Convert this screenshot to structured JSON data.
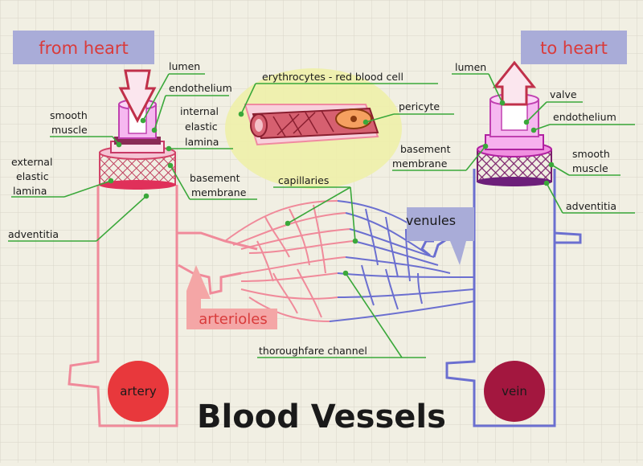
{
  "badges": {
    "from_heart": "from heart",
    "to_heart": "to heart",
    "arterioles": "arterioles",
    "venules": "venules"
  },
  "circles": {
    "artery": "artery",
    "vein": "vein"
  },
  "title": "Blood Vessels",
  "labels": {
    "lumen_left": "lumen",
    "endothelium_left": "endothelium",
    "internal_elastic_lamina_1": "internal",
    "internal_elastic_lamina_2": "elastic",
    "internal_elastic_lamina_3": "lamina",
    "smooth_muscle_left_1": "smooth",
    "smooth_muscle_left_2": "muscle",
    "external_elastic_lamina_1": "external",
    "external_elastic_lamina_2": "elastic",
    "external_elastic_lamina_3": "lamina",
    "adventitia_left": "adventitia",
    "basement_membrane_left_1": "basement",
    "basement_membrane_left_2": "membrane",
    "erythrocytes": "erythrocytes - red blood cell",
    "pericyte": "pericyte",
    "capillaries": "capillaries",
    "thoroughfare_channel": "thoroughfare channel",
    "lumen_right": "lumen",
    "valve": "valve",
    "endothelium_right": "endothelium",
    "basement_membrane_right_1": "basement",
    "basement_membrane_right_2": "membrane",
    "smooth_muscle_right_1": "smooth",
    "smooth_muscle_right_2": "muscle",
    "adventitia_right": "adventitia"
  },
  "colors": {
    "background": "#f1efe3",
    "grid": "#d9d6c8",
    "artery": "#f08a9a",
    "vein": "#6b6fd0",
    "pointer": "#3aa83a",
    "badge_blue": "#a9acd8",
    "badge_pink": "#f4a6a6",
    "badge_text": "#d93b3b",
    "artery_circle": "#e8383c",
    "vein_circle": "#a3173f",
    "highlight": "#eef0a8"
  }
}
